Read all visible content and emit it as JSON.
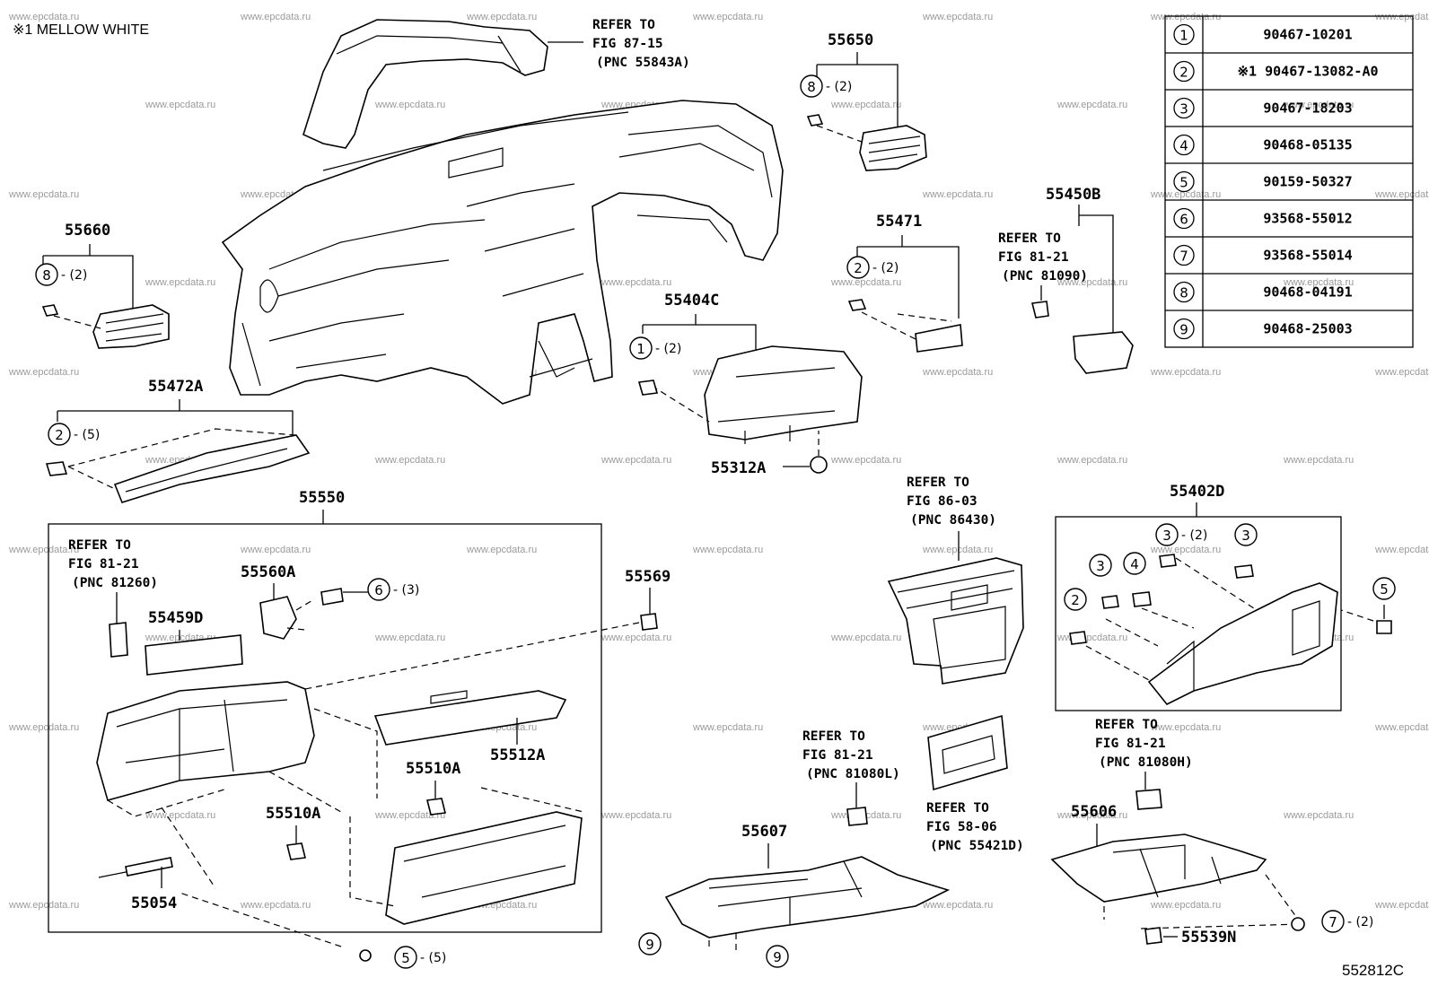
{
  "note": "※1 MELLOW WHITE",
  "drawing_code": "552812C",
  "watermark": "www.epcdata.ru",
  "table": [
    {
      "ref": "1",
      "part": "90467-10201"
    },
    {
      "ref": "2",
      "part": "※1  90467-13082-A0"
    },
    {
      "ref": "3",
      "part": "90467-18203"
    },
    {
      "ref": "4",
      "part": "90468-05135"
    },
    {
      "ref": "5",
      "part": "90159-50327"
    },
    {
      "ref": "6",
      "part": "93568-55012"
    },
    {
      "ref": "7",
      "part": "93568-55014"
    },
    {
      "ref": "8",
      "part": "90468-04191"
    },
    {
      "ref": "9",
      "part": "90468-25003"
    }
  ],
  "parts": {
    "p55650": "55650",
    "p55660": "55660",
    "p55471": "55471",
    "p55450B": "55450B",
    "p55404C": "55404C",
    "p55472A": "55472A",
    "p55312A": "55312A",
    "p55550": "55550",
    "p55402D": "55402D",
    "p55560A": "55560A",
    "p55569": "55569",
    "p55459D": "55459D",
    "p55510A_1": "55510A",
    "p55512A": "55512A",
    "p55510A_2": "55510A",
    "p55054": "55054",
    "p55607": "55607",
    "p55606": "55606",
    "p55539N": "55539N"
  },
  "refers": {
    "r1": [
      "REFER TO",
      "FIG 87-15",
      "(PNC 55843A)"
    ],
    "r2": [
      "REFER TO",
      "FIG 81-21",
      "(PNC 81090)"
    ],
    "r3": [
      "REFER TO",
      "FIG 81-21",
      "(PNC 81260)"
    ],
    "r4": [
      "REFER TO",
      "FIG 86-03",
      "(PNC 86430)"
    ],
    "r5": [
      "REFER TO",
      "FIG 81-21",
      "(PNC 81080L)"
    ],
    "r6": [
      "REFER TO",
      "FIG 58-06",
      "(PNC 55421D)"
    ],
    "r7": [
      "REFER TO",
      "FIG 81-21",
      "(PNC 81080H)"
    ]
  },
  "callouts": {
    "c8a": {
      "num": "8",
      "qty": "-(2)"
    },
    "c8b": {
      "num": "8",
      "qty": "-(2)"
    },
    "c2a": {
      "num": "2",
      "qty": "-(2)"
    },
    "c1a": {
      "num": "1",
      "qty": "-(2)"
    },
    "c2b": {
      "num": "2",
      "qty": "-(5)"
    },
    "c6a": {
      "num": "6",
      "qty": "-(3)"
    },
    "c3a": {
      "num": "3",
      "qty": "-(2)"
    },
    "c3b": {
      "num": "3",
      "qty": ""
    },
    "c3c": {
      "num": "3",
      "qty": ""
    },
    "c4a": {
      "num": "4",
      "qty": ""
    },
    "c2c": {
      "num": "2",
      "qty": ""
    },
    "c5a": {
      "num": "5",
      "qty": ""
    },
    "c5b": {
      "num": "5",
      "qty": "-(5)"
    },
    "c7a": {
      "num": "7",
      "qty": "-(2)"
    },
    "c9a": {
      "num": "9",
      "qty": ""
    },
    "c9b": {
      "num": "9",
      "qty": ""
    }
  }
}
